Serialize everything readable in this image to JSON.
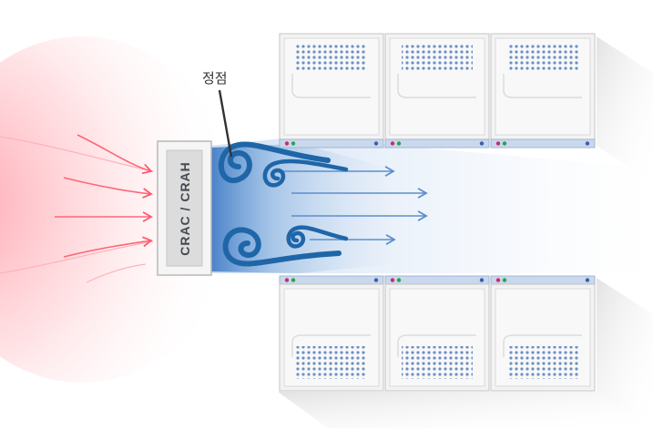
{
  "diagram": {
    "unit_label": "CRAC / CRAH",
    "callout_label": "정점"
  },
  "colors": {
    "hot_air": "#ff5a6e",
    "cool_air": "#2f7fc4",
    "vortex": "#1f66a8",
    "rack_body": "#f3f3f3",
    "rack_strip": "#c9d8ec",
    "led_red": "#cc2a6c",
    "led_green": "#2aa34a",
    "led_blue": "#3c5fa8"
  },
  "racks": {
    "top_row": [
      "rack",
      "rack",
      "rack"
    ],
    "bottom_row": [
      "rack",
      "rack",
      "rack"
    ]
  }
}
